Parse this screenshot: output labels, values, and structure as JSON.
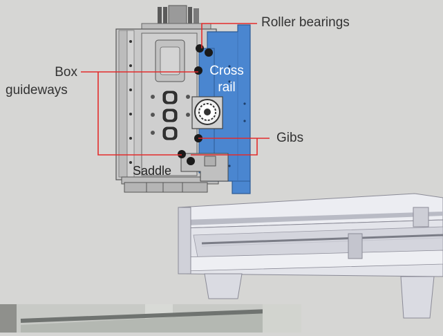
{
  "labels": {
    "roller_bearings": "Roller bearings",
    "box_guideways_line1": "Box",
    "box_guideways_line2": "guideways",
    "cross_rail_line1": "Cross",
    "cross_rail_line2": "rail",
    "gibs": "Gibs",
    "saddle": "Saddle"
  },
  "colors": {
    "background": "#d6d6d4",
    "cross_rail": "#4a86d0",
    "leader_lines": "#e32b2b",
    "bearing_dots": "#1a1a1a",
    "headstock": "#c9c9c9"
  }
}
